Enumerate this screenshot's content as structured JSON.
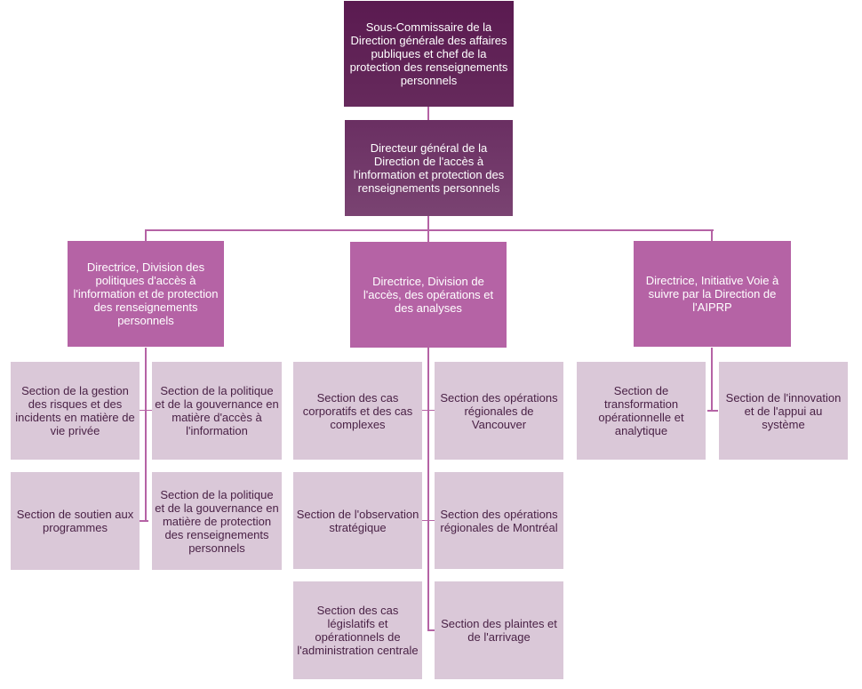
{
  "colors": {
    "top": "#5a1a50",
    "director_general": "#733b6b",
    "division": "#b563a5",
    "section": "#dac8d8",
    "connector": "#b563a5",
    "section_text": "#4a2246"
  },
  "top": "Sous-Commissaire de la Direction générale des affaires publiques et chef de la protection des renseignements personnels",
  "director_general": "Directeur général de la Direction de l'accès à l'information et protection des renseignements personnels",
  "divisions": [
    {
      "title": "Directrice, Division des politiques d'accès à l'information et de protection des renseignements personnels",
      "sections": [
        "Section de la gestion des risques et des incidents en matière de vie privée",
        "Section de la politique et de la gouvernance en matière d'accès à l'information",
        "Section de soutien aux programmes",
        "Section de la politique et de la gouvernance en matière de protection des renseignements personnels"
      ]
    },
    {
      "title": "Directrice, Division de l'accès, des opérations et des analyses",
      "sections": [
        "Section des cas corporatifs et des cas complexes",
        "Section des opérations régionales de Vancouver",
        "Section de l'observation stratégique",
        "Section des opérations régionales de Montréal",
        "Section des cas législatifs et opérationnels de l'administration centrale",
        "Section des plaintes et de l'arrivage"
      ]
    },
    {
      "title": "Directrice, Initiative Voie à suivre par la Direction de l'AIPRP",
      "sections": [
        "Section de transformation opérationnelle et analytique",
        "Section de l'innovation et de l'appui au système"
      ]
    }
  ]
}
